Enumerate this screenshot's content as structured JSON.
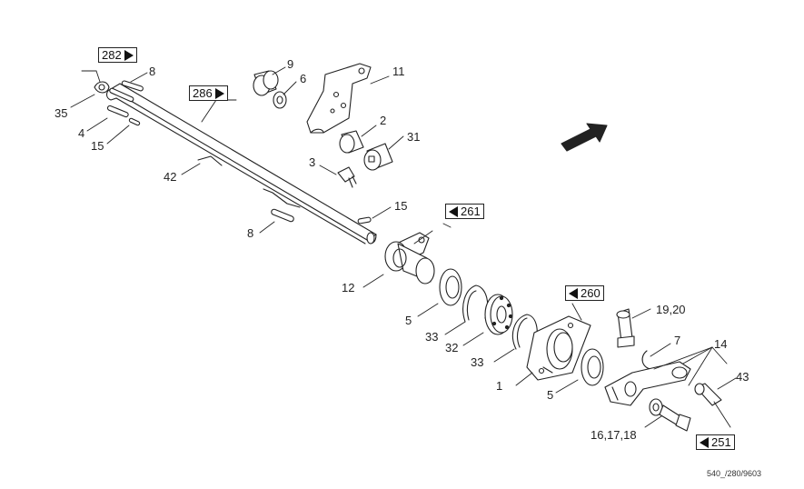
{
  "callouts": {
    "c9": "9",
    "c6": "6",
    "c11": "11",
    "c8a": "8",
    "c35": "35",
    "c4": "4",
    "c15a": "15",
    "c42": "42",
    "c2": "2",
    "c31": "31",
    "c3": "3",
    "c15b": "15",
    "c8b": "8",
    "c12": "12",
    "c5a": "5",
    "c33a": "33",
    "c32": "32",
    "c33b": "33",
    "c1": "1",
    "c5b": "5",
    "c19": "19,20",
    "c7": "7",
    "c14": "14",
    "c43": "43",
    "c16": "16,17,18"
  },
  "refs": {
    "r282": "282",
    "r286": "286",
    "r261": "261",
    "r260": "260",
    "r251": "251"
  },
  "drawing_code": "540_/280/9603"
}
